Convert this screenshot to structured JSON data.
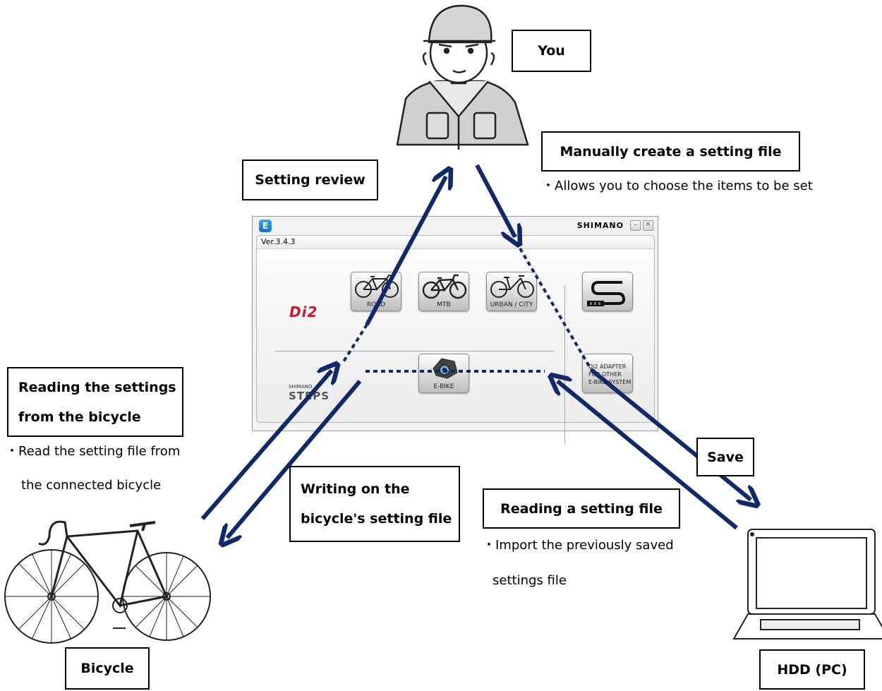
{
  "boxes": {
    "you": "You",
    "manual": "Manually create a setting file",
    "setting_review": "Setting review",
    "reading_bicycle_line1": "Reading the settings",
    "reading_bicycle_line2": "from the bicycle",
    "writing_line1": "Writing on the",
    "writing_line2": "bicycle's setting file",
    "reading_file": "Reading a setting file",
    "save": "Save",
    "bicycle": "Bicycle",
    "hdd": "HDD (PC)"
  },
  "notes": {
    "manual": "・Allows you to choose the items to be set",
    "reading_bicycle_line1": "・Read the setting file from",
    "reading_bicycle_line2": "the connected bicycle",
    "reading_file_line1": "・Import the previously saved",
    "reading_file_line2": "settings file"
  },
  "app": {
    "icon": "E",
    "brand": "SHIMANO",
    "version": "Ver.3.4.3",
    "di2_logo": "Di2",
    "steps_small": "SHIMANO",
    "steps_logo": "STEPS",
    "tiles": {
      "road": "ROAD",
      "mtb": "MTB",
      "urban": "URBAN / CITY",
      "ebike": "E-BIKE",
      "adapter_line1": "Di2  ADAPTER",
      "adapter_line2": "FOR  OTHER",
      "adapter_line3": "E-BIKE SYSTEM"
    },
    "controls": {
      "minimize": "–",
      "close": "✕"
    }
  },
  "colors": {
    "arrow": "#0f2a66",
    "di2_red": "#c31a2b"
  },
  "icons": [
    "person-icon",
    "bicycle-icon",
    "laptop-icon",
    "road-bike-icon",
    "mtb-bike-icon",
    "urban-bike-icon",
    "ebike-motor-icon",
    "adapter-cable-icon"
  ]
}
